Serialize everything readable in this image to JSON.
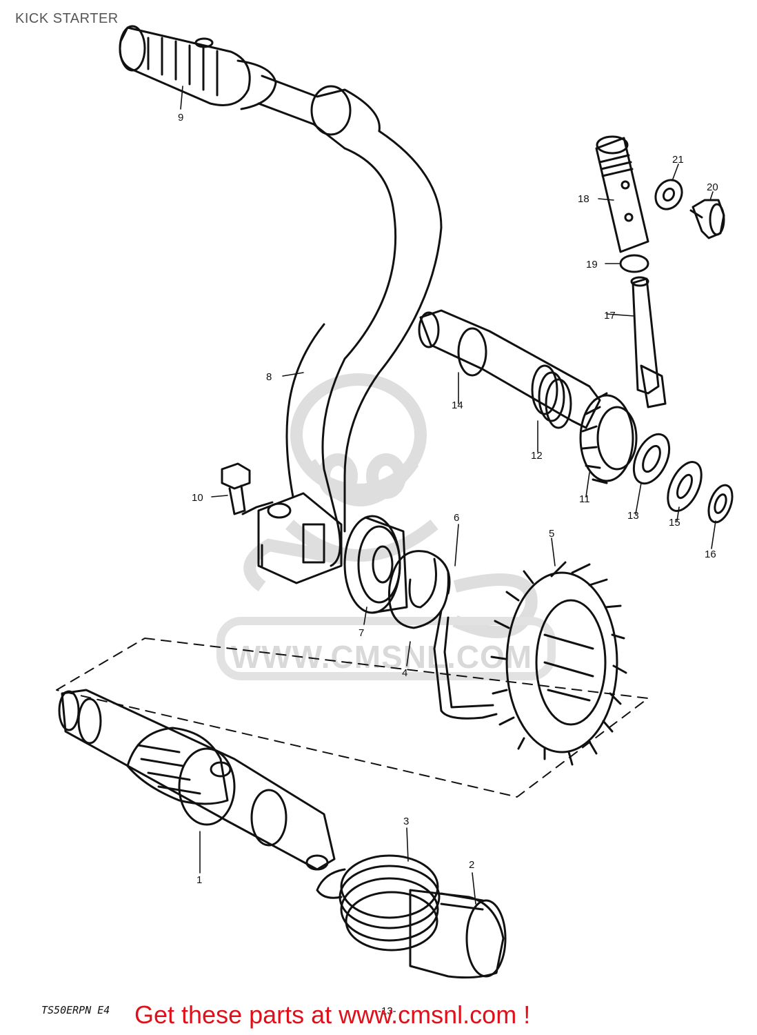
{
  "title": "KICK STARTER",
  "watermark": "WWW.CMSNL.COM",
  "footer_code": "TS50ERPN E4",
  "page_number": "-13-",
  "banner": "Get these parts at www.cmsnl.com !",
  "part_labels": [
    "1",
    "2",
    "3",
    "4",
    "5",
    "6",
    "7",
    "8",
    "9",
    "10",
    "11",
    "12",
    "13",
    "14",
    "15",
    "16",
    "17",
    "18",
    "19",
    "20",
    "21"
  ],
  "colors": {
    "line": "#111111",
    "banner": "#e0101a",
    "watermark": "#d9d9d9"
  }
}
